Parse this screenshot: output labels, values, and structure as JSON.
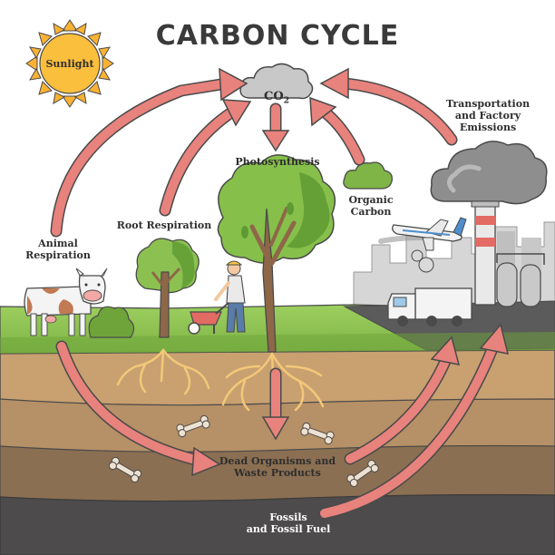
{
  "title": "CARBON CYCLE",
  "labels": {
    "sunlight": "Sunlight",
    "co2_main": "CO",
    "co2_sub": "2",
    "photosynthesis": "Photosynthesis",
    "organic_carbon": "Organic\nCarbon",
    "transport": "Transportation\nand Factory\nEmissions",
    "root_respiration": "Root Respiration",
    "animal_respiration": "Animal\nRespiration",
    "dead_organisms": "Dead Organisms and\nWaste Products",
    "fossils": "Fossils\nand Fossil Fuel"
  },
  "colors": {
    "arrow_fill": "#e8827c",
    "arrow_stroke": "#4a4a4a",
    "sun": "#f9b233",
    "grass": "#8cc152",
    "soil_top": "#c9a070",
    "soil_mid": "#a9825a",
    "soil_deep": "#7f6850",
    "fossil_layer": "#4d4b4b",
    "smoke": "#9a9a9a"
  }
}
